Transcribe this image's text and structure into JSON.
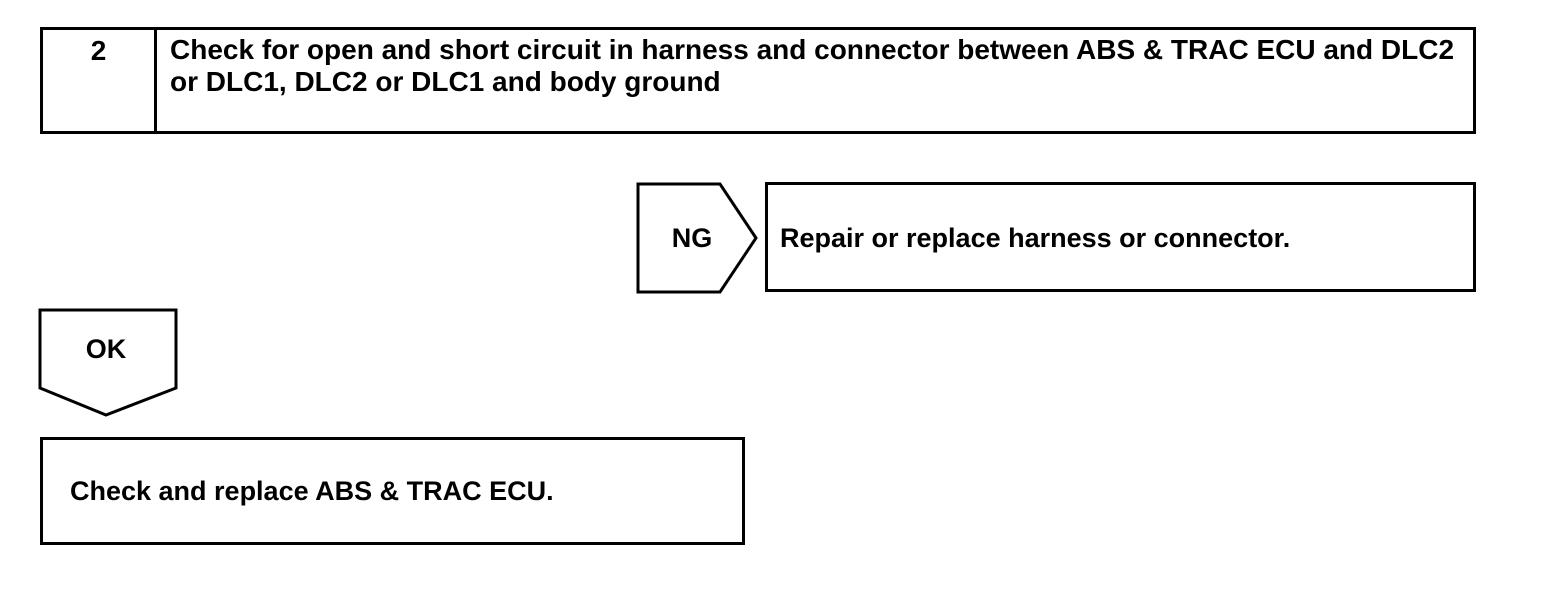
{
  "step": {
    "number": "2",
    "text": "Check for open and short circuit in harness and connector between ABS & TRAC ECU and DLC2 or DLC1, DLC2 or DLC1 and body ground"
  },
  "ng_branch": {
    "label": "NG",
    "action": "Repair or replace harness or connector."
  },
  "ok_branch": {
    "label": "OK",
    "action": "Check and replace ABS & TRAC ECU."
  }
}
